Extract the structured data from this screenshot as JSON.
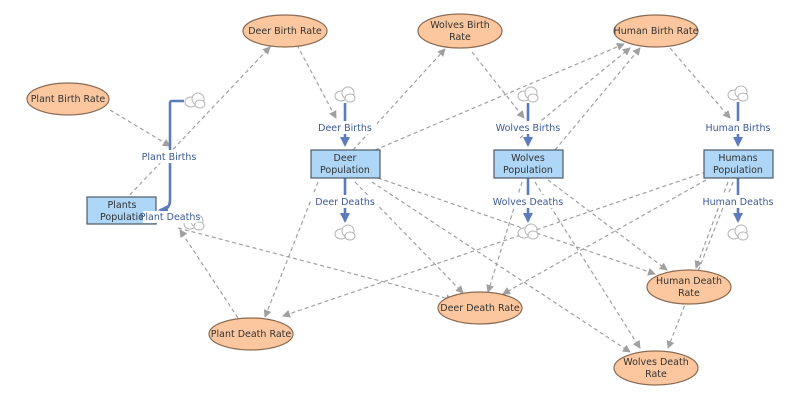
{
  "colors": {
    "variable_fill": "#fcc79f",
    "stock_fill": "#aed6f7",
    "flow": "#5b7bbd",
    "link": "#a0a0a0",
    "flow_text": "#3c5a94"
  },
  "variables": {
    "plant_birth_rate": "Plant Birth Rate",
    "deer_birth_rate": "Deer Birth Rate",
    "wolves_birth_rate": [
      "Wolves Birth",
      "Rate"
    ],
    "human_birth_rate": "Human Birth Rate",
    "plant_death_rate": "Plant Death Rate",
    "deer_death_rate": "Deer Death Rate",
    "human_death_rate": [
      "Human Death",
      "Rate"
    ],
    "wolves_death_rate": [
      "Wolves Death",
      "Rate"
    ]
  },
  "stocks": {
    "plants": [
      "Plants",
      "Populatio"
    ],
    "deer": [
      "Deer",
      "Population"
    ],
    "wolves": [
      "Wolves",
      "Population"
    ],
    "humans": [
      "Humans",
      "Population"
    ]
  },
  "flows": {
    "plant_births": "Plant Births",
    "plant_deaths": "Plant Deaths",
    "deer_births": "Deer Births",
    "deer_deaths": "Deer Deaths",
    "wolves_births": "Wolves Births",
    "wolves_deaths": "Wolves Deaths",
    "human_births": "Human Births",
    "human_deaths": "Human Deaths"
  },
  "icons": {
    "source_sink": "cloud-icon"
  }
}
